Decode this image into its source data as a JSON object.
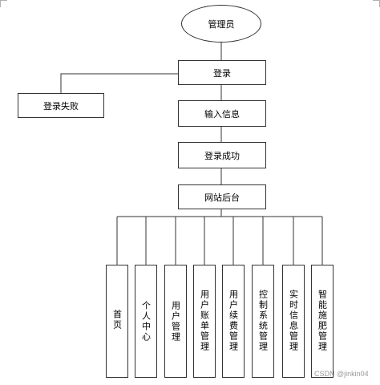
{
  "nodes": {
    "admin": "管理员",
    "login": "登录",
    "login_fail": "登录失败",
    "input_info": "输入信息",
    "login_success": "登录成功",
    "backend": "网站后台"
  },
  "modules": [
    "首页",
    "个人中心",
    "用户管理",
    "用户账单管理",
    "用户续费管理",
    "控制系统管理",
    "实时信息管理",
    "智能施肥管理"
  ],
  "watermark": "CSDN @jinkin04",
  "colors": {
    "line": "#333333",
    "box_border": "#333333",
    "background": "#ffffff"
  }
}
